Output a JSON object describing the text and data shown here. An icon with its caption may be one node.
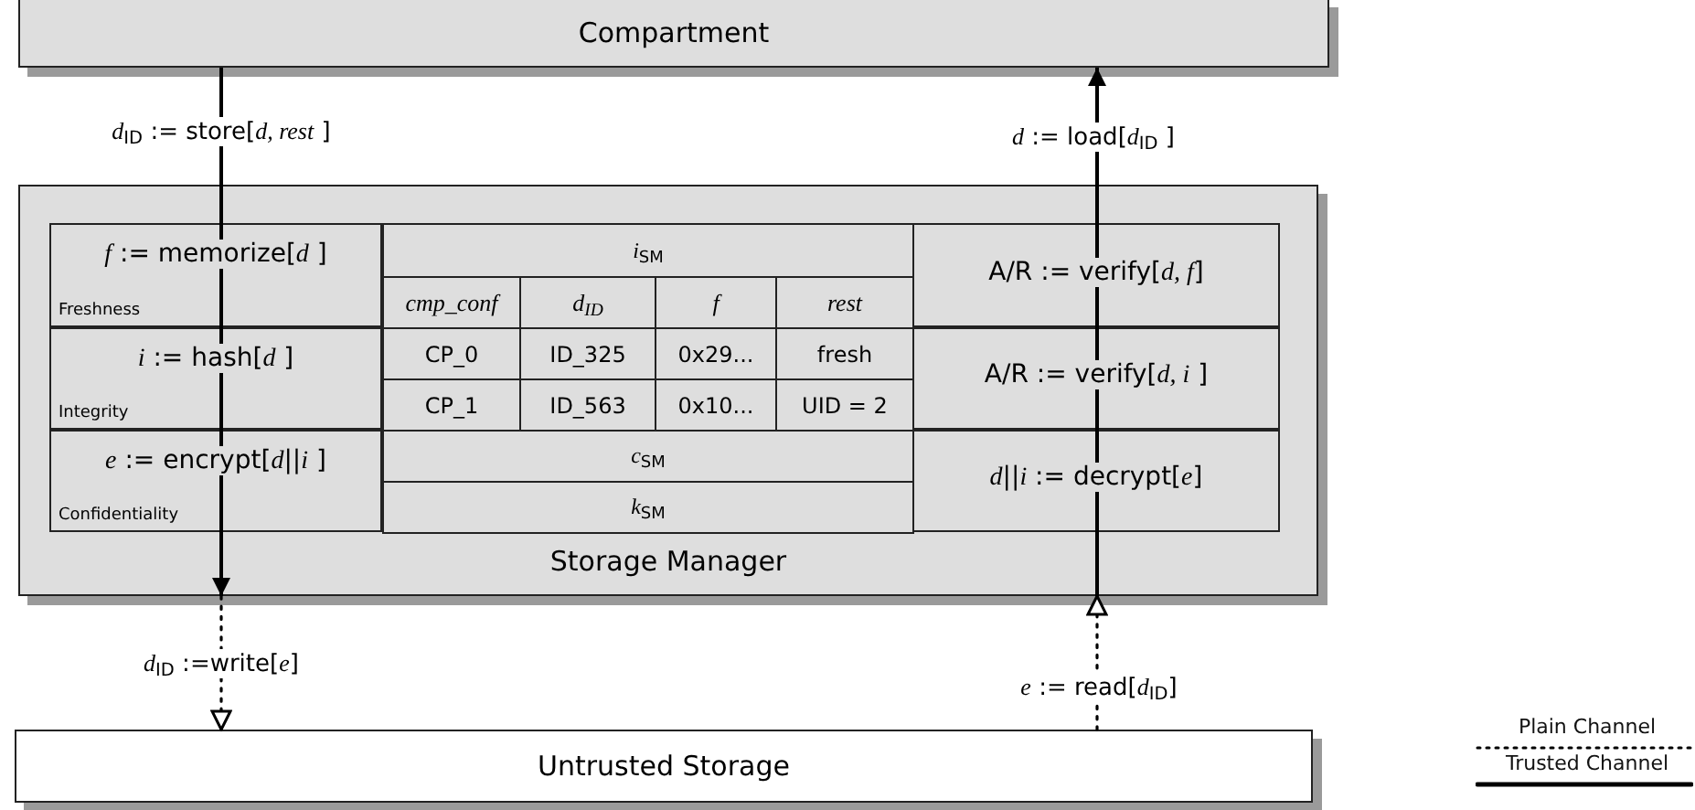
{
  "diagram": {
    "nodes": [
      {
        "text": [
          "Compartment"
        ]
      },
      {
        "text": [
          "Storage Manager"
        ]
      },
      {
        "text": [
          "*f* := memorize[*d* ]",
          "Freshness"
        ],
        "in": 1
      },
      {
        "text": [
          "*i* := hash[*d* ]",
          "Integrity"
        ],
        "in": 1
      },
      {
        "text": [
          "*e* := encrypt[*d*||*i* ]",
          "Confidentiality"
        ],
        "in": 1
      },
      {
        "text": [
          "A/R := verify[*d, f*]"
        ],
        "in": 1
      },
      {
        "text": [
          "A/R := verify[*d, i* ]"
        ],
        "in": 1
      },
      {
        "text": [
          "*d*||*i* := decrypt[*e*]"
        ],
        "in": 1
      },
      {
        "text": [
          "Untrusted Storage"
        ]
      }
    ],
    "edges": [
      {
        "from": 0,
        "to": 2,
        "arrow": "none",
        "label": "*d*$_{ID}$ := store[*d, rest* ]"
      },
      {
        "from": 2,
        "to": 3,
        "arrow": "none"
      },
      {
        "from": 3,
        "to": 4,
        "arrow": "none"
      },
      {
        "from": 4,
        "to": 1,
        "arrow": "to"
      },
      {
        "from": 1,
        "to": 8,
        "arrow": "to",
        "label": "*d*$_{ID}$ :=write[*e*]",
        "style": "dashed"
      },
      {
        "from": 8,
        "to": 1,
        "arrow": "to",
        "label": "*e* := read[*d*$_{ID}$]",
        "style": "dashed"
      },
      {
        "from": 1,
        "to": 7,
        "arrow": "none"
      },
      {
        "from": 7,
        "to": 6,
        "arrow": "none"
      },
      {
        "from": 6,
        "to": 5,
        "arrow": "none"
      },
      {
        "from": 5,
        "to": 0,
        "arrow": "to",
        "label": "*d* := load[*d*$_{ID}$ ]"
      }
    ],
    "labels": [
      "*i*$_{SM}$",
      "cmp_conf",
      "*d*$_{ID}$",
      "f",
      "rest",
      "CP_0",
      "ID_325",
      "0x29...",
      "fresh",
      "CP_1",
      "ID_563",
      "0x10...",
      "UID = 2",
      "*c*$_{SM}$",
      "*k*$_{SM}$"
    ],
    "legend": [
      {
        "text": "Plain Channel"
      },
      {
        "text": "Trusted Channel"
      }
    ]
  }
}
